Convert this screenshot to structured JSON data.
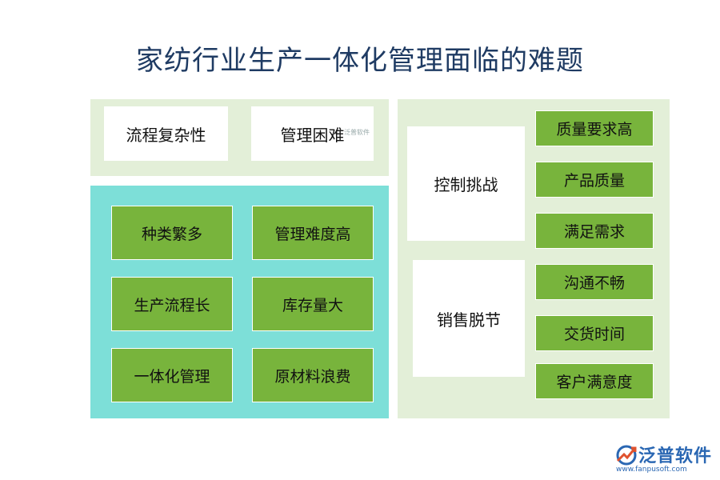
{
  "title": "家纺行业生产一体化管理面临的难题",
  "left_top": {
    "items": [
      "流程复杂性",
      "管理困难"
    ]
  },
  "left_bottom": {
    "items": [
      "种类繁多",
      "管理难度高",
      "生产流程长",
      "库存量大",
      "一体化管理",
      "原材料浪费"
    ]
  },
  "right": {
    "groups": [
      "控制挑战",
      "销售脱节"
    ],
    "items": [
      "质量要求高",
      "产品质量",
      "满足需求",
      "沟通不畅",
      "交货时间",
      "客户满意度"
    ]
  },
  "watermark": "泛普软件",
  "logo": {
    "name": "泛普软件",
    "url": "www.fanpusoft.com"
  },
  "colors": {
    "title": "#1f3b63",
    "light_green_panel": "#e3efd8",
    "teal_panel": "#7ddfd8",
    "green_box": "#78b43c",
    "logo": "#2a67b3"
  }
}
